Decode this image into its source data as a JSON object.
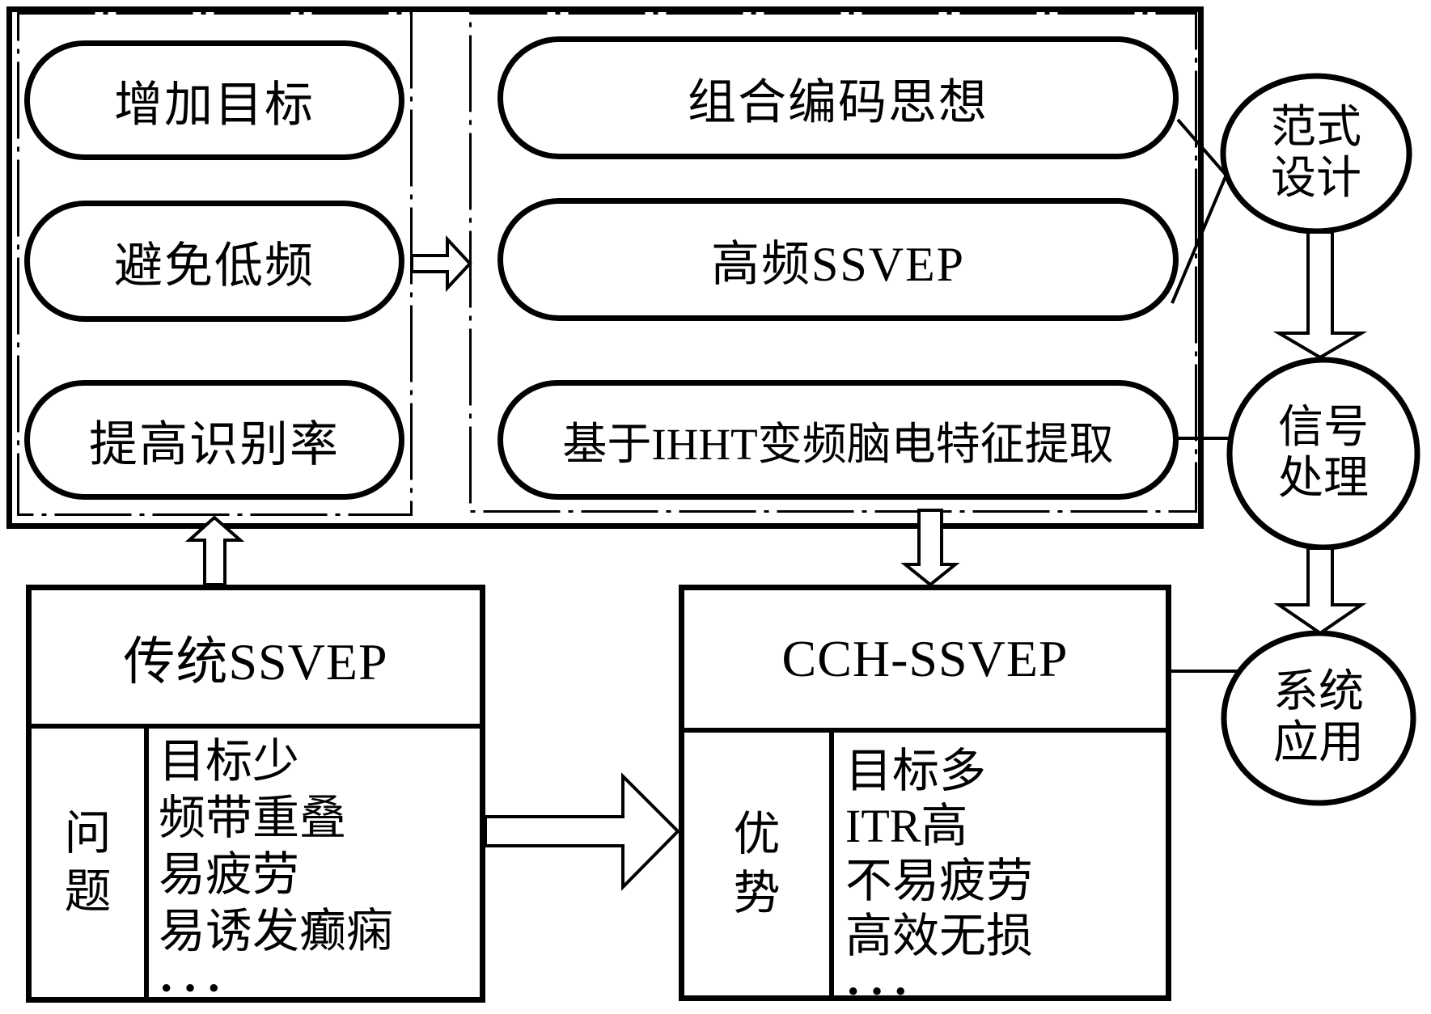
{
  "panel": {
    "goals": [
      "增加目标",
      "避免低频",
      "提高识别率"
    ],
    "methods": [
      "组合编码思想",
      "高频SSVEP",
      "基于IHHT变频脑电特征提取"
    ]
  },
  "stages": {
    "paradigm": "范式\n设计",
    "signal": "信号\n处理",
    "system": "系统\n应用"
  },
  "traditional": {
    "title": "传统SSVEP",
    "label": "问\n题",
    "items": [
      "目标少",
      "频带重叠",
      "易疲劳",
      "易诱发癫痫",
      "···"
    ]
  },
  "cch": {
    "title": "CCH-SSVEP",
    "label": "优\n势",
    "items": [
      "目标多",
      "ITR高",
      "不易疲劳",
      "高效无损",
      "···"
    ]
  },
  "colors": {
    "ink": "#000000",
    "paper": "#ffffff"
  }
}
